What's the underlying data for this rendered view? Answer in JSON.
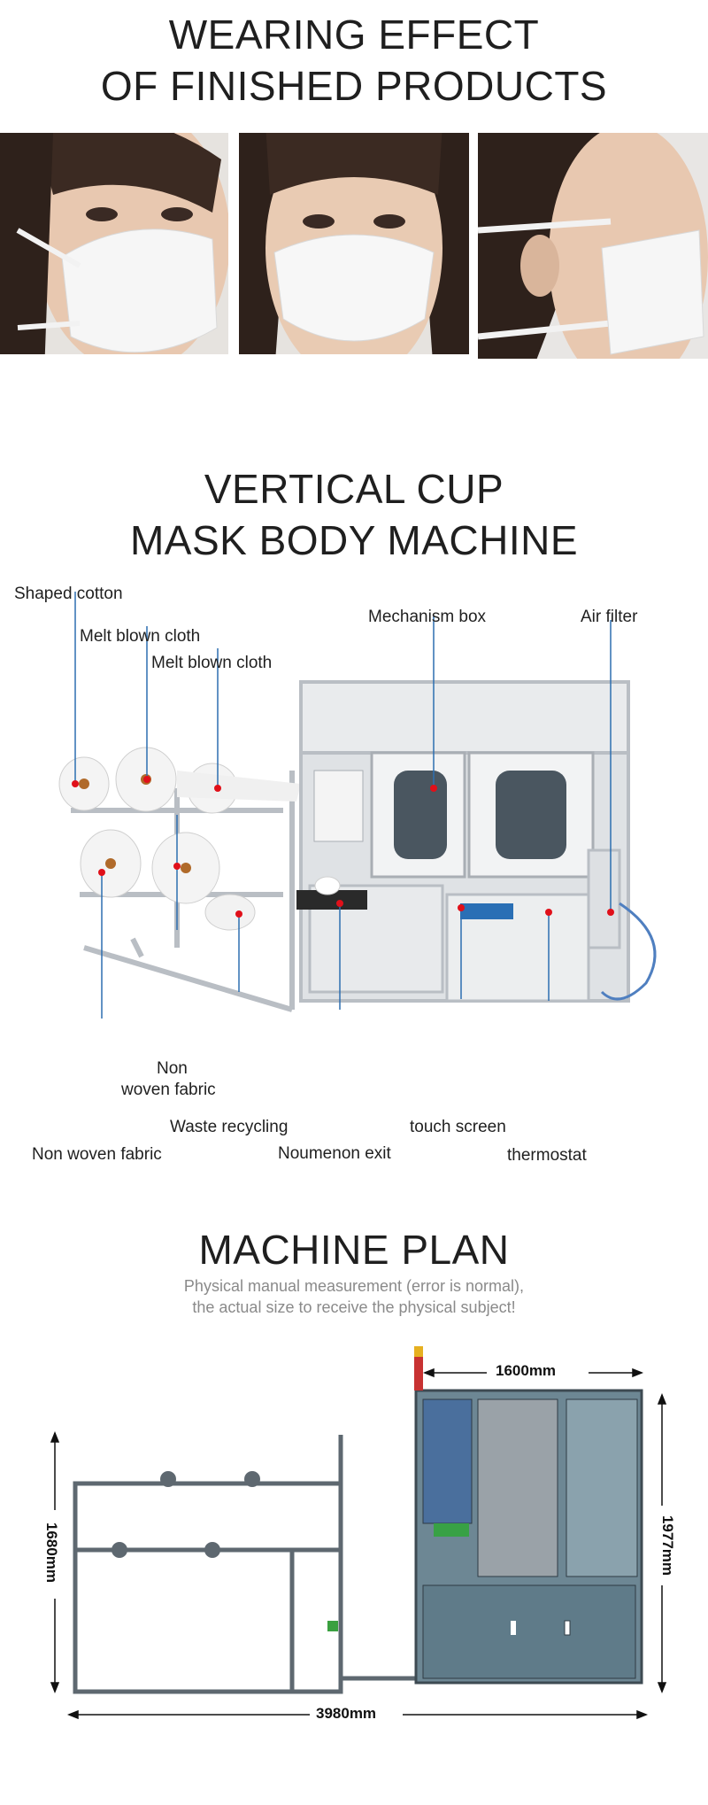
{
  "section1": {
    "title_line1": "WEARING EFFECT",
    "title_line2": "OF FINISHED PRODUCTS"
  },
  "section2": {
    "title_line1": "VERTICAL CUP",
    "title_line2": "MASK BODY MACHINE",
    "labels": {
      "shaped_cotton": "Shaped cotton",
      "melt_blown_1": "Melt blown cloth",
      "melt_blown_2": "Melt blown cloth",
      "mechanism_box": "Mechanism box",
      "air_filter": "Air filter",
      "non_woven_a": "Non",
      "non_woven_b": "woven fabric",
      "waste_recycling": "Waste recycling",
      "touch_screen": "touch screen",
      "non_woven_fabric": "Non woven fabric",
      "noumenon_exit": "Noumenon exit",
      "thermostat": "thermostat"
    }
  },
  "section3": {
    "title": "MACHINE PLAN",
    "subtitle_line1": "Physical manual measurement (error is normal),",
    "subtitle_line2": "the actual size to receive the physical subject!",
    "dims": {
      "top": "1600mm",
      "right": "1977mm",
      "left": "1680mm",
      "bottom": "3980mm"
    }
  },
  "colors": {
    "title": "#1f1f1f",
    "leader_line": "#2d6fb0",
    "marker": "#e0101a",
    "frame": "#b9bec4",
    "plan_body": "#6d8794"
  }
}
